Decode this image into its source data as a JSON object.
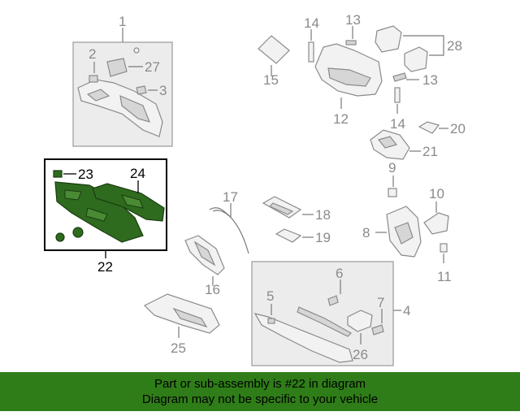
{
  "callouts": {
    "c1": "1",
    "c2": "2",
    "c27": "27",
    "c3": "3",
    "c14a": "14",
    "c13a": "13",
    "c15": "15",
    "c28": "28",
    "c13b": "13",
    "c12": "12",
    "c14b": "14",
    "c20": "20",
    "c21": "21",
    "c9": "9",
    "c10": "10",
    "c8": "8",
    "c11": "11",
    "c23": "23",
    "c24": "24",
    "c22": "22",
    "c17": "17",
    "c18": "18",
    "c19": "19",
    "c16": "16",
    "c25": "25",
    "c6": "6",
    "c5": "5",
    "c7": "7",
    "c4": "4",
    "c26": "26"
  },
  "banner": {
    "line1": "Part or sub-assembly is #22 in diagram",
    "line2": "Diagram may not be specific to your vehicle"
  },
  "colors": {
    "highlight": "#2e6b1e",
    "banner": "#2f7d18",
    "line_art": "#8a8a8a"
  }
}
